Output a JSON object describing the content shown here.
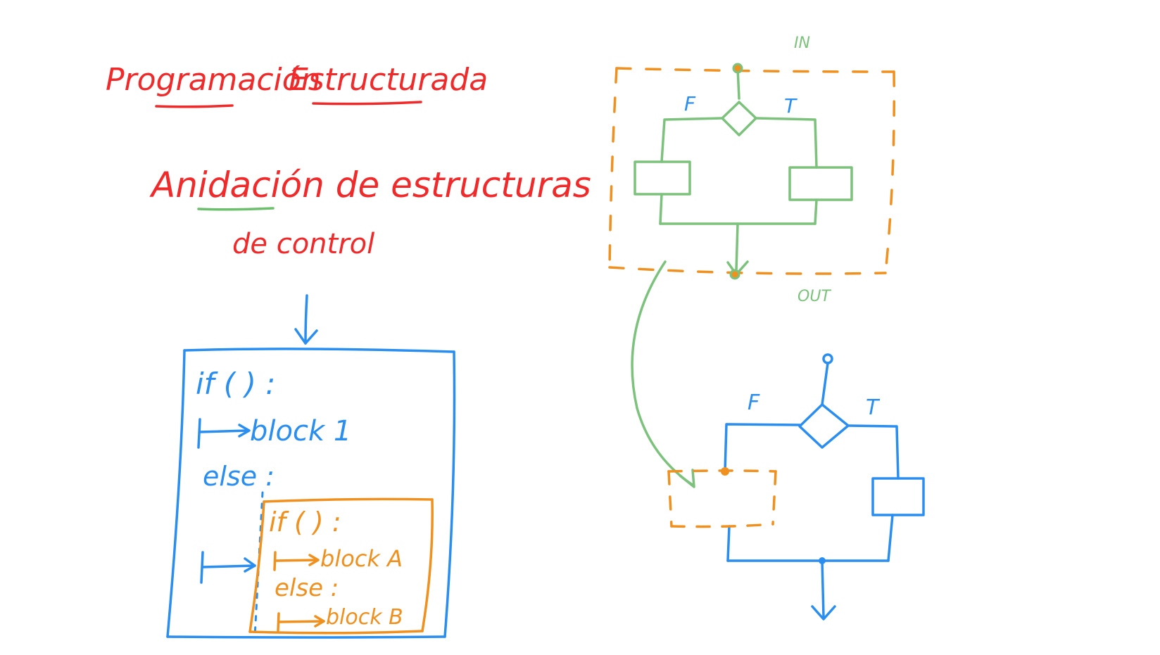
{
  "colors": {
    "title_red": "#f02a2a",
    "underline_green": "#6cbf6c",
    "code_blue": "#2a8ef0",
    "nested_orange": "#f0901e",
    "flow_green": "#7cc27c",
    "flow_blue": "#2a8ef0",
    "background": "#ffffff"
  },
  "title": {
    "line1_word1": "Programación",
    "line1_word2": "Estructurada",
    "line2": "Anidación de estructuras",
    "line3": "de control"
  },
  "code_outer": {
    "if_line": "if (  ) :",
    "block1": "block 1",
    "else_line": "else :"
  },
  "code_inner": {
    "if_line": "if (  ) :",
    "blockA": "block A",
    "else_line": "else :",
    "blockB": "block B"
  },
  "flow_top": {
    "in_label": "IN",
    "out_label": "OUT",
    "false_label": "F",
    "true_label": "T"
  },
  "flow_bottom": {
    "false_label": "F",
    "true_label": "T"
  },
  "icons": {
    "entry_arrow": "down-arrow-icon",
    "decision": "diamond-icon",
    "exit_arrow": "down-arrow-icon"
  }
}
